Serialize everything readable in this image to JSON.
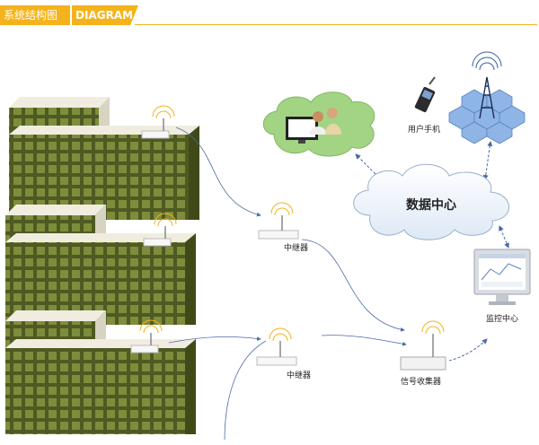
{
  "header": {
    "title_cn": "系统结构图",
    "title_en": "DIAGRAM"
  },
  "nodes": {
    "repeater_top": "中继器",
    "repeater_bottom": "中继器",
    "collector": "信号收集器",
    "data_center": "数据中心",
    "monitor_center": "监控中心",
    "user_phone": "用户手机"
  },
  "colors": {
    "accent": "#f4b31c",
    "building_wall": "#5f6a2c",
    "building_window": "#7d8d3c",
    "building_roof": "#e8e4d2",
    "cloud_blue": "#a9c7ea",
    "cloud_green": "#8fcf6a",
    "link": "#4a6aa8"
  }
}
